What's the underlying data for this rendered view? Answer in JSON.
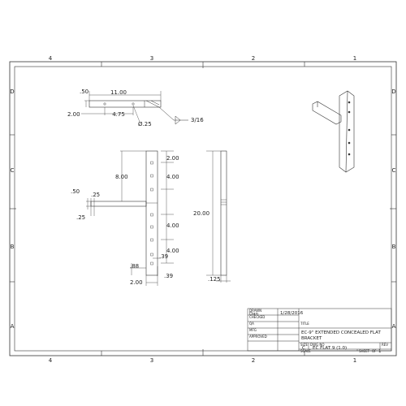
{
  "zones": {
    "columns": [
      "4",
      "3",
      "2",
      "1"
    ],
    "rows": [
      "D",
      "C",
      "B",
      "A"
    ]
  },
  "top_view": {
    "dims": [
      ".50",
      "11.00",
      "2.00",
      "4.75",
      "Ø.25"
    ]
  },
  "weld_symbol": {
    "size": "3/16"
  },
  "front_view": {
    "dims": [
      "2.00",
      "4.00",
      "8.00",
      ".50",
      ".25",
      ".25",
      "4.00",
      "4.00",
      ".39",
      ".88",
      ".39",
      "2.00"
    ]
  },
  "side_view": {
    "dims": [
      "20.00",
      ".125"
    ]
  },
  "title_block": {
    "labels": {
      "drawn": "DRAWN",
      "checked": "CHECKED",
      "qa": "QA",
      "mfg": "MFG",
      "approved": "APPROVED",
      "title": "TITLE",
      "size": "SIZE",
      "dwg_no": "DWG NO",
      "rev": "REV",
      "scale": "SCALE",
      "sheet": "SHEET"
    },
    "drawn_by": "Dan",
    "date": "1/28/2016",
    "title_line1": "EC-9\" EXTENDED CONCEALED FLAT",
    "title_line2": "BRACKET",
    "size": "C",
    "dwg_no": "EC FLAT 9 (1.0)",
    "sheet_of": "OF",
    "sheet_num": "1"
  }
}
